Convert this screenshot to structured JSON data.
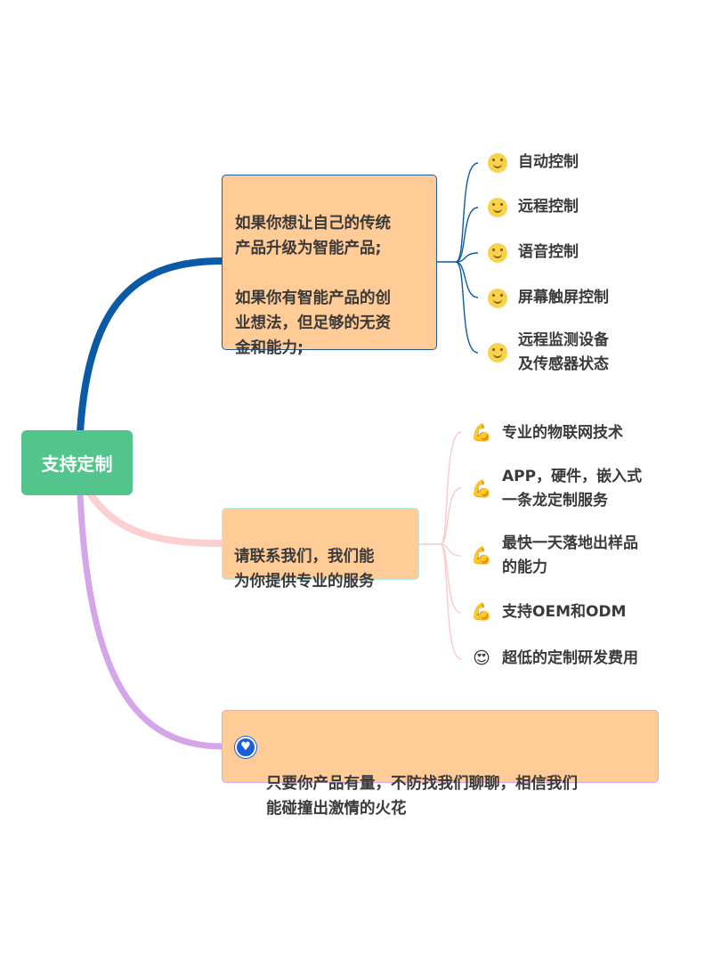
{
  "root": {
    "label": "支持定制",
    "color": "#52c48c"
  },
  "branches": [
    {
      "text": "如果你想让自己的传统\n产品升级为智能产品;\n\n如果你有智能产品的创\n业想法，但足够的无资\n金和能力;",
      "line_color": "#0a5aa8",
      "children": [
        {
          "icon": "smiley-icon",
          "label": "自动控制"
        },
        {
          "icon": "smiley-icon",
          "label": "远程控制"
        },
        {
          "icon": "smiley-icon",
          "label": "语音控制"
        },
        {
          "icon": "smiley-icon",
          "label": "屏幕触屏控制"
        },
        {
          "icon": "smiley-icon",
          "label": "远程监测设备\n及传感器状态"
        }
      ]
    },
    {
      "text": "请联系我们，我们能\n为你提供专业的服务",
      "line_color": "#fcd0d0",
      "children": [
        {
          "icon": "flexed-biceps-icon",
          "label": "专业的物联网技术"
        },
        {
          "icon": "flexed-biceps-icon",
          "label": "APP，硬件，嵌入式\n一条龙定制服务"
        },
        {
          "icon": "flexed-biceps-icon",
          "label": "最快一天落地出样品\n的能力"
        },
        {
          "icon": "flexed-biceps-icon",
          "label": "支持OEM和ODM"
        },
        {
          "icon": "heart-eyes-icon",
          "label": "超低的定制研发费用"
        }
      ]
    },
    {
      "text": "只要你产品有量，不防找我们聊聊，相信我们\n能碰撞出激情的火花",
      "icon": "handshake-heart-icon",
      "line_color": "#d4a5e8"
    }
  ]
}
